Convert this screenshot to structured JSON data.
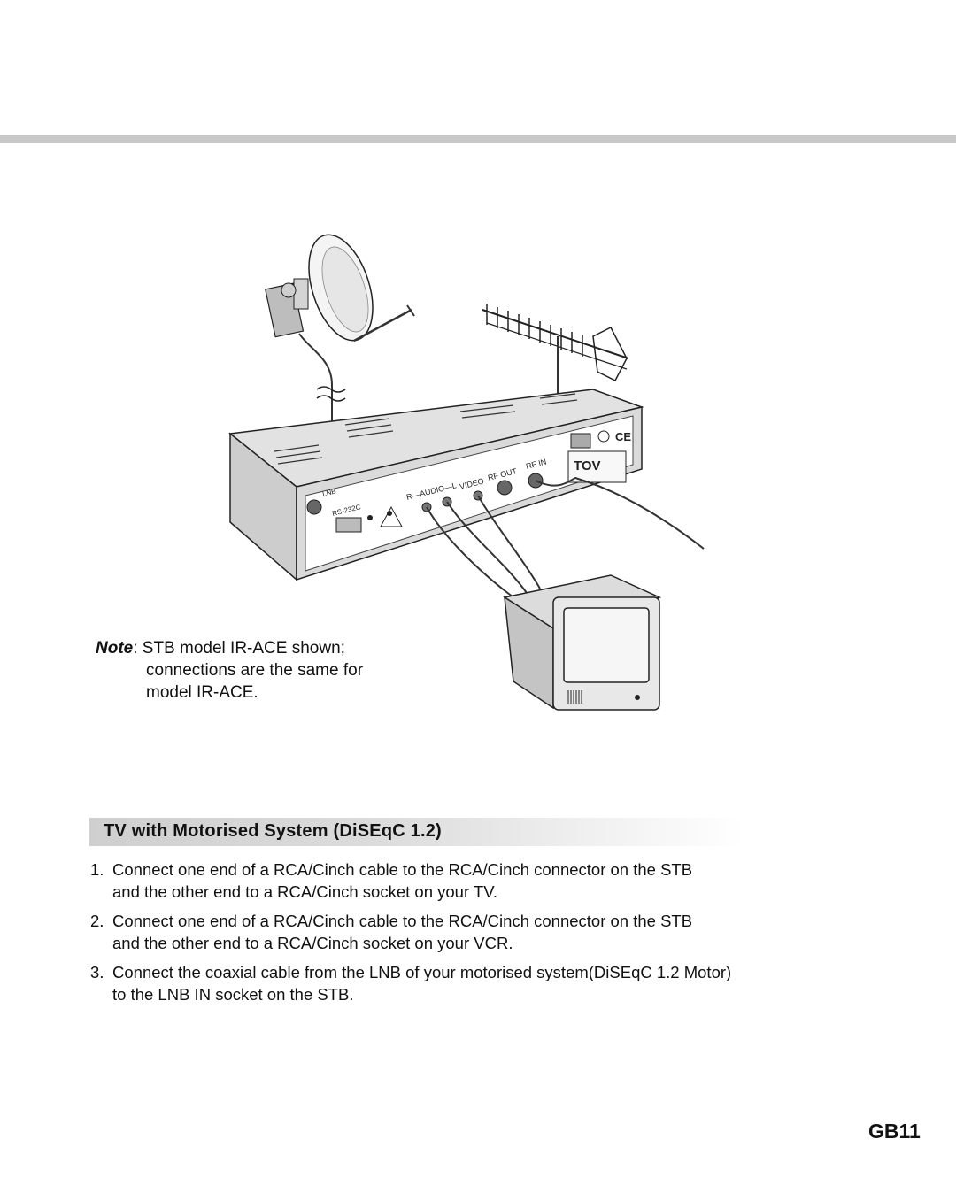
{
  "note": {
    "label": "Note",
    "line1": ": STB model IR-ACE shown;",
    "line2": "connections are the same for",
    "line3": "model IR-ACE."
  },
  "diagram": {
    "labels": {
      "rf_in": "RF IN",
      "rf_out": "RF OUT",
      "video": "VIDEO",
      "audio": "R—AUDIO—L",
      "rs232c": "RS-232C",
      "lnb": "LNB",
      "brand": "TOV"
    }
  },
  "section": {
    "title": "TV with Motorised System (DiSEqC 1.2)"
  },
  "steps": [
    {
      "num": "1.",
      "line1": "Connect one end of a RCA/Cinch cable to the RCA/Cinch connector on the STB",
      "line2": "and the other end to a RCA/Cinch socket on your TV."
    },
    {
      "num": "2.",
      "line1": "Connect one end of a RCA/Cinch cable to the RCA/Cinch connector on the STB",
      "line2": "and the other end to a RCA/Cinch socket on your VCR."
    },
    {
      "num": "3.",
      "line1": "Connect the coaxial cable from the LNB of your motorised system(DiSEqC 1.2 Motor)",
      "line2": "to the LNB IN socket on the STB."
    }
  ],
  "page_number": "GB11"
}
